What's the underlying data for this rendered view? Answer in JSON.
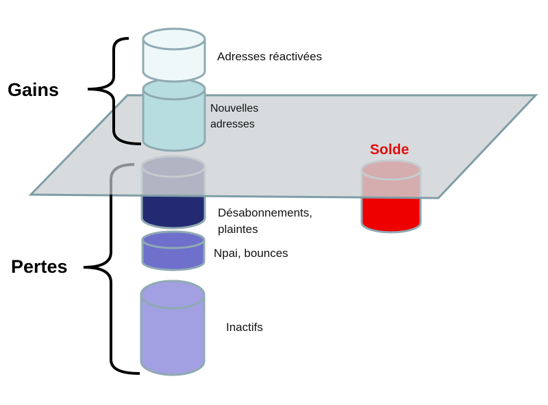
{
  "groups": {
    "gains": "Gains",
    "pertes": "Pertes"
  },
  "labels": {
    "adresses_reactivees": "Adresses réactivées",
    "nouvelles_adresses_line1": "Nouvelles",
    "nouvelles_adresses_line2": "adresses",
    "desabonnements_line1": "Désabonnements,",
    "desabonnements_line2": "plaintes",
    "npai": "Npai, bounces",
    "inactifs": "Inactifs",
    "solde": "Solde"
  },
  "colors": {
    "plane_fill": "#cfd3d6",
    "plane_stroke": "#7f9da6",
    "cyl_stroke": "#8faab3",
    "reactivees": "#eef8f8",
    "nouvelles": "#b7dde0",
    "desabonnements": "#232a72",
    "npai": "#6f6fcc",
    "inactifs": "#a2a0e2",
    "solde": "#ee0000",
    "solde_text": "#e01010",
    "brace": "#000000"
  }
}
